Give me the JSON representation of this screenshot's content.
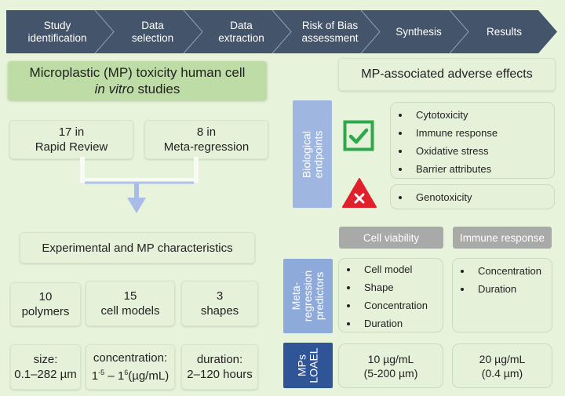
{
  "process_steps": [
    {
      "line1": "Study",
      "line2": "identification"
    },
    {
      "line1": "Data",
      "line2": "selection"
    },
    {
      "line1": "Data",
      "line2": "extraction"
    },
    {
      "line1": "Risk of Bias",
      "line2": "assessment"
    },
    {
      "line1": "Synthesis",
      "line2": ""
    },
    {
      "line1": "Results",
      "line2": ""
    }
  ],
  "left": {
    "title_line1": "Microplastic (MP) toxicity human cell",
    "title_line2_italic": "in vitro",
    "title_line2_rest": " studies",
    "rapid_review": {
      "count": "17 in",
      "label": "Rapid Review"
    },
    "meta_regression": {
      "count": "8 in",
      "label": "Meta-regression"
    },
    "characteristics_title": "Experimental and MP characteristics",
    "counts": [
      {
        "value": "10",
        "label": "polymers"
      },
      {
        "value": "15",
        "label": "cell models"
      },
      {
        "value": "3",
        "label": "shapes"
      }
    ],
    "ranges": {
      "size": {
        "label": "size:",
        "value": "0.1–282 µm"
      },
      "concentration": {
        "label": "concentration:",
        "base1": "1",
        "exp1": "-5",
        "mid": " – 1",
        "exp2": "6",
        "unit": "(µg/mL)"
      },
      "duration": {
        "label": "duration:",
        "value": "2–120 hours"
      }
    }
  },
  "right": {
    "title": "MP-associated adverse effects",
    "biological_endpoints_label": [
      "Biological",
      "endpoints"
    ],
    "positive_icon": "check-mark-icon",
    "negative_icon": "warning-x-icon",
    "positive_effects": [
      "Cytotoxicity",
      "Immune response",
      "Oxidative stress",
      "Barrier attributes"
    ],
    "negative_effects": [
      "Genotoxicity"
    ],
    "columns": [
      "Cell viability",
      "Immune response"
    ],
    "predictors_label": [
      "Meta-",
      "regression",
      "predictors"
    ],
    "predictors": {
      "cell_viability": [
        "Cell model",
        "Shape",
        "Concentration",
        "Duration"
      ],
      "immune_response": [
        "Concentration",
        "Duration"
      ]
    },
    "loael_label": [
      "MPs",
      "LOAEL"
    ],
    "loael": {
      "cell_viability": {
        "value": "10 µg/mL",
        "size": "(5-200 µm)"
      },
      "immune_response": {
        "value": "20 µg/mL",
        "size": "(0.4 µm)"
      }
    }
  },
  "colors": {
    "background": "#e8f3dc",
    "chevron": "#44546a",
    "title_green": "#bedca6",
    "endpoint_blue": "#9fb7e0",
    "predictor_blue": "#8eaadb",
    "loael_blue": "#2f5597",
    "check_green": "#2ea84a",
    "x_red": "#e0202a",
    "column_gray": "#a9a9a7",
    "arrow_blue": "#a9bbe8"
  }
}
